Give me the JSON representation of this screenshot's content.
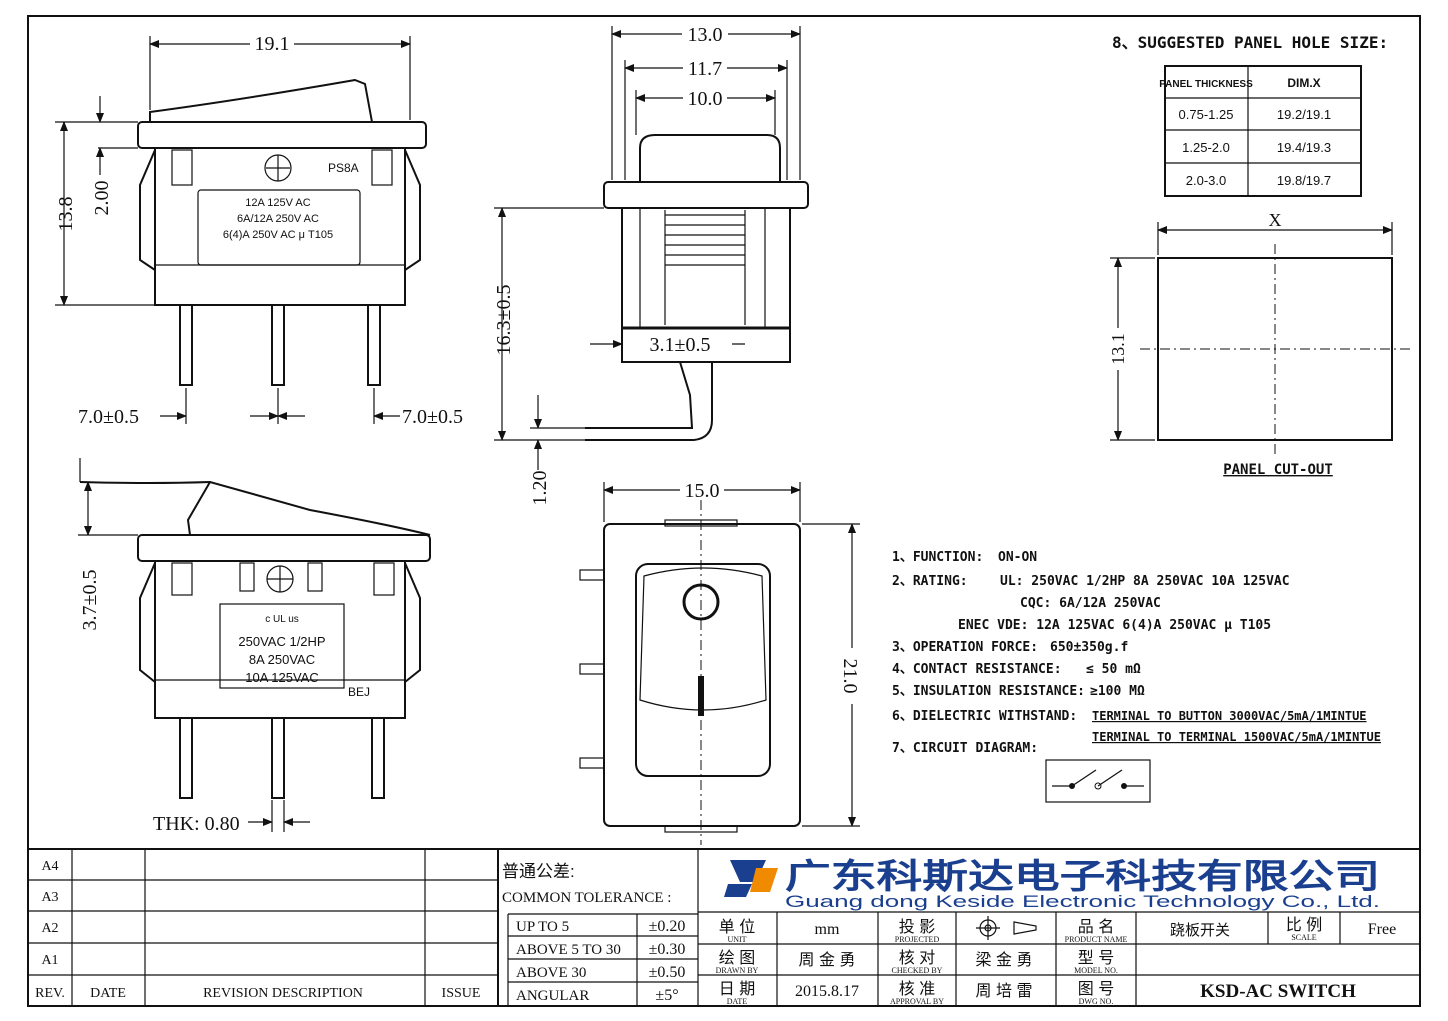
{
  "views": {
    "front": {
      "dim_width": "19.1",
      "dim_height": "13.8",
      "dim_flange": "2.00",
      "dim_pin_left": "7.0±0.5",
      "dim_pin_right": "7.0±0.5",
      "model_mark": "PS8A",
      "rating_lines": [
        "12A 125V AC",
        "6A/12A 250V AC",
        "6(4)A 250V AC μ T105"
      ]
    },
    "side": {
      "dim_outer": "13.0",
      "dim_mid": "11.7",
      "dim_inner": "10.0",
      "dim_height": "16.3±0.5",
      "dim_terminal": "3.1±0.5",
      "dim_pin_thk": "1.20"
    },
    "back": {
      "dim_height": "3.7±0.5",
      "dim_thk": "THK: 0.80",
      "ul_mark": "c UL us",
      "brand_mark": "BEJ",
      "rating_lines": [
        "250VAC 1/2HP",
        "8A 250VAC",
        "10A 125VAC"
      ]
    },
    "top": {
      "dim_width": "15.0",
      "dim_height": "21.0"
    }
  },
  "panel_hole": {
    "title": "8、SUGGESTED PANEL HOLE SIZE:",
    "headers": [
      "PANEL THICKNESS",
      "DIM.X"
    ],
    "rows": [
      [
        "0.75-1.25",
        "19.2/19.1"
      ],
      [
        "1.25-2.0",
        "19.4/19.3"
      ],
      [
        "2.0-3.0",
        "19.8/19.7"
      ]
    ],
    "dim_x": "X",
    "dim_height": "13.1",
    "caption": "PANEL CUT-OUT"
  },
  "specs": [
    {
      "label": "1、FUNCTION:",
      "value": "ON-ON"
    },
    {
      "label": "2、RATING:",
      "value": "UL: 250VAC 1/2HP 8A 250VAC 10A 125VAC"
    },
    {
      "label": "",
      "value": "CQC: 6A/12A  250VAC"
    },
    {
      "label": "",
      "value": "ENEC VDE: 12A 125VAC  6(4)A 250VAC μ T105"
    },
    {
      "label": "3、OPERATION FORCE:",
      "value": "650±350g.f"
    },
    {
      "label": "4、CONTACT RESISTANCE:",
      "value": "≤ 50 mΩ"
    },
    {
      "label": "5、INSULATION RESISTANCE:",
      "value": "≥100 MΩ"
    },
    {
      "label": "6、DIELECTRIC WITHSTAND:",
      "value": "TERMINAL TO BUTTON 3000VAC/5mA/1MINTUE"
    },
    {
      "label": "",
      "value": "TERMINAL TO TERMINAL 1500VAC/5mA/1MINTUE"
    },
    {
      "label": "7、CIRCUIT DIAGRAM:",
      "value": ""
    }
  ],
  "title_block": {
    "revisions": [
      "A4",
      "A3",
      "A2",
      "A1"
    ],
    "rev_headers": {
      "rev": "REV.",
      "date": "DATE",
      "desc": "REVISION DESCRIPTION",
      "issue": "ISSUE"
    },
    "tolerance_cn": "普通公差:",
    "tolerance_en": "COMMON TOLERANCE :",
    "tolerances": [
      [
        "UP TO 5",
        "±0.20"
      ],
      [
        "ABOVE 5 TO 30",
        "±0.30"
      ],
      [
        "ABOVE 30",
        "±0.50"
      ],
      [
        "ANGULAR",
        "±5°"
      ]
    ],
    "company_cn": "广东科斯达电子科技有限公司",
    "company_en": "Guang dong Keside  Electronic Technology Co., Ltd.",
    "unit_cn": "单 位",
    "unit_en": "UNIT",
    "unit_value": "mm",
    "proj_cn": "投 影",
    "proj_en": "PROJECTED",
    "name_cn": "品 名",
    "name_en": "PRODUCT NAME",
    "name_value": "跷板开关",
    "scale_cn": "比 例",
    "scale_en": "SCALE",
    "scale_value": "Free",
    "drawn_cn": "绘 图",
    "drawn_en": "DRAWN BY",
    "drawn_value": "周 金 勇",
    "checked_cn": "核 对",
    "checked_en": "CHECKED BY",
    "checked_value": "梁 金 勇",
    "model_cn": "型 号",
    "model_en": "MODEL NO.",
    "model_value": "",
    "date_cn": "日 期",
    "date_en": "DATE",
    "date_value": "2015.8.17",
    "approval_cn": "核 准",
    "approval_en": "APPROVAL BY",
    "approval_value": "周 培 雷",
    "dwg_cn": "图 号",
    "dwg_en": "DWG NO.",
    "dwg_value": "KSD-AC SWITCH"
  }
}
